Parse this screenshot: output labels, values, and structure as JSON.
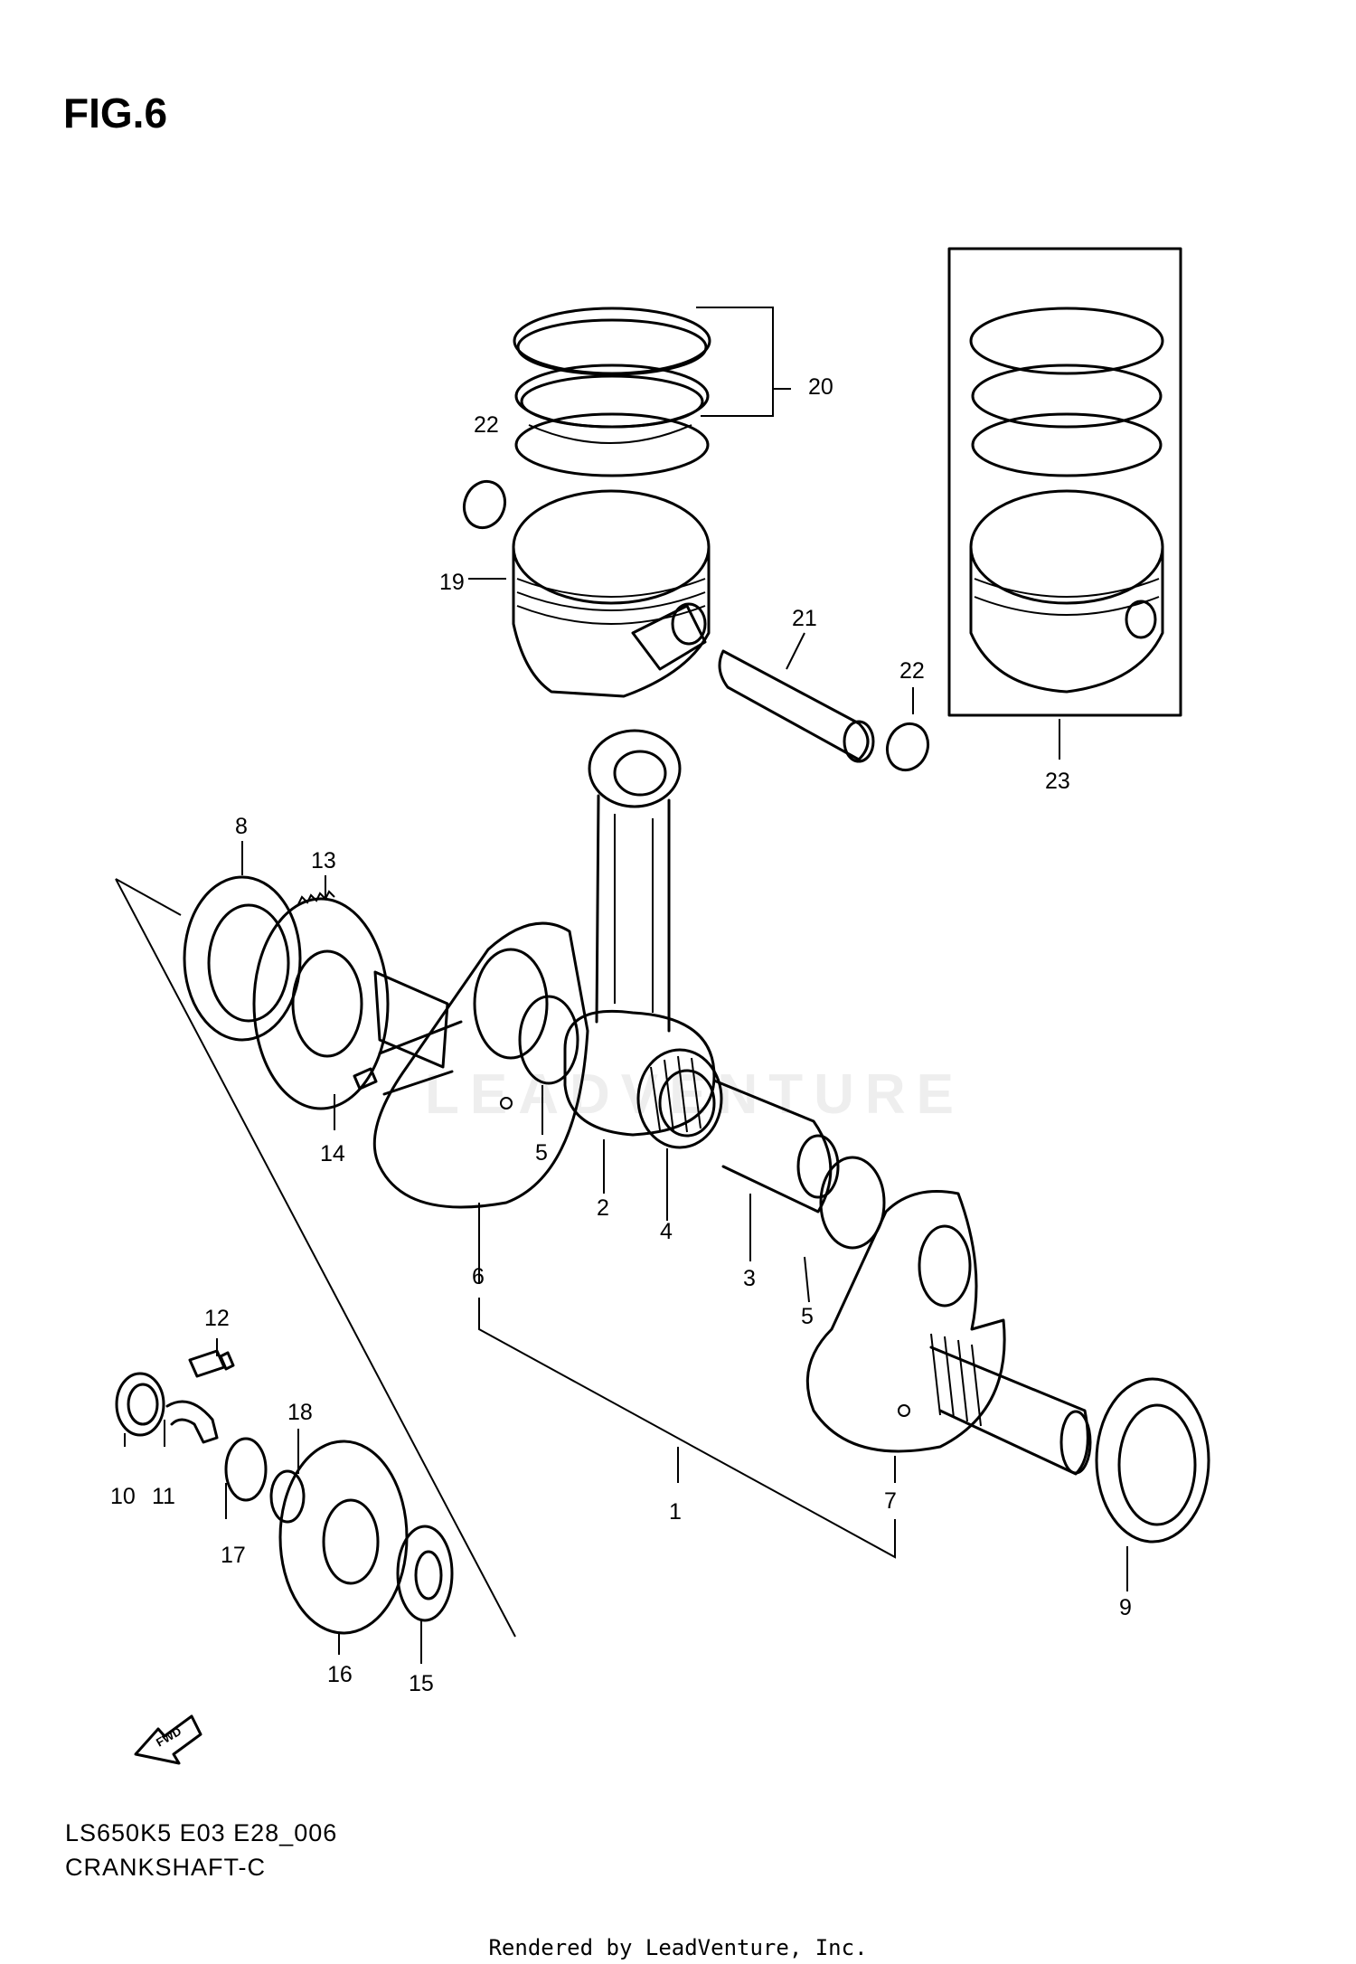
{
  "figure": {
    "title": "FIG.6",
    "model_code": "LS650K5 E03 E28_006",
    "caption": "CRANKSHAFT-C",
    "footer": "Rendered by LeadVenture, Inc.",
    "watermark": "LEADVENTURE"
  },
  "callouts": {
    "c1": "1",
    "c2": "2",
    "c3": "3",
    "c4": "4",
    "c5a": "5",
    "c5b": "5",
    "c6": "6",
    "c7": "7",
    "c8": "8",
    "c9": "9",
    "c10": "10",
    "c11": "11",
    "c12": "12",
    "c13": "13",
    "c14": "14",
    "c15": "15",
    "c16": "16",
    "c17": "17",
    "c18": "18",
    "c19": "19",
    "c20": "20",
    "c21": "21",
    "c22a": "22",
    "c22b": "22",
    "c23": "23"
  },
  "fwd_arrow": {
    "label": "FWD"
  }
}
